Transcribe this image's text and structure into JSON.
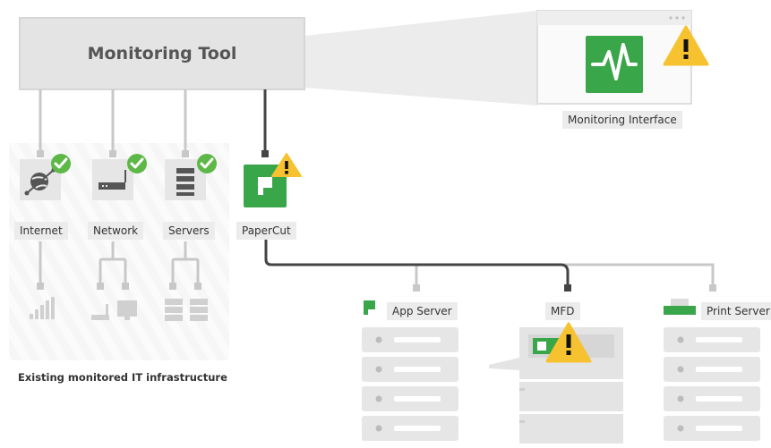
{
  "monitoring_tool": {
    "title": "Monitoring Tool"
  },
  "monitoring_interface": {
    "label": "Monitoring Interface",
    "status": "warning"
  },
  "infrastructure": {
    "caption": "Existing monitored IT infrastructure",
    "items": [
      {
        "label": "Internet",
        "icon": "globe-icon",
        "status": "ok"
      },
      {
        "label": "Network",
        "icon": "router-icon",
        "status": "ok"
      },
      {
        "label": "Servers",
        "icon": "server-icon",
        "status": "ok"
      }
    ]
  },
  "papercut": {
    "label": "PaperCut",
    "status": "warning"
  },
  "nodes": [
    {
      "label": "App Server",
      "icon": "papercut-icon"
    },
    {
      "label": "MFD",
      "icon": "printer-icon",
      "status": "warning"
    },
    {
      "label": "Print Server",
      "icon": "print-server-icon"
    }
  ],
  "colors": {
    "ok_green": "#5db847",
    "warning_yellow": "#f7c22f",
    "papercut_green": "#3aa64a",
    "line_dark": "#444444",
    "line_light": "#c8c8c8",
    "box_gray": "#e6e6e6"
  }
}
